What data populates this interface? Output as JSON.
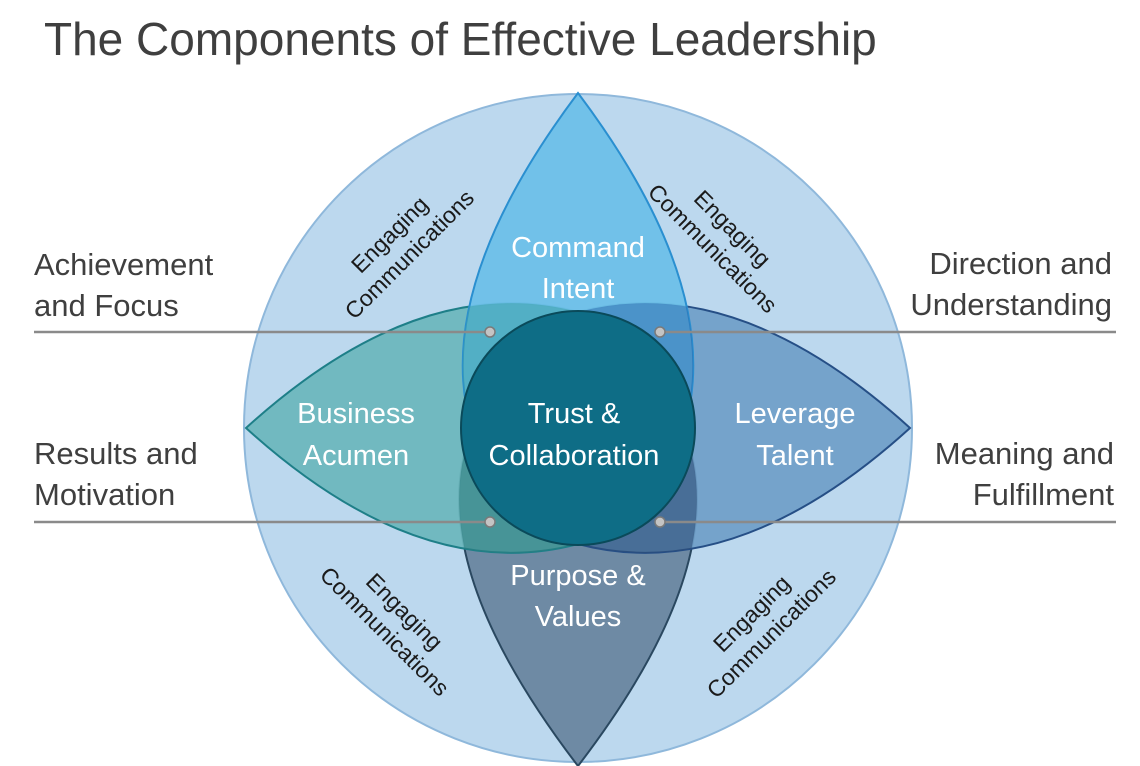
{
  "title": "The Components of Effective Leadership",
  "outer_labels": {
    "top_left": [
      "Achievement",
      "and Focus"
    ],
    "top_right": [
      "Direction and",
      "Understanding"
    ],
    "bottom_left": [
      "Results and",
      "Motivation"
    ],
    "bottom_right": [
      "Meaning and",
      "Fulfillment"
    ]
  },
  "ring_labels": {
    "line1": "Engaging",
    "line2": "Communications"
  },
  "petals": {
    "top": [
      "Command",
      "Intent"
    ],
    "left": [
      "Business",
      "Acumen"
    ],
    "right": [
      "Leverage",
      "Talent"
    ],
    "bottom": [
      "Purpose &",
      "Values"
    ]
  },
  "center": [
    "Trust &",
    "Collaboration"
  ],
  "colors": {
    "outer_circle": "#bcd8ee",
    "top_petal": "#6dc0e8",
    "left_petal": "#6ab6bc",
    "right_petal": "#6f9ec8",
    "bottom_petal": "#6e8aa4",
    "center_circle": "#0e6d86",
    "connector_line": "#8a8a8a"
  }
}
